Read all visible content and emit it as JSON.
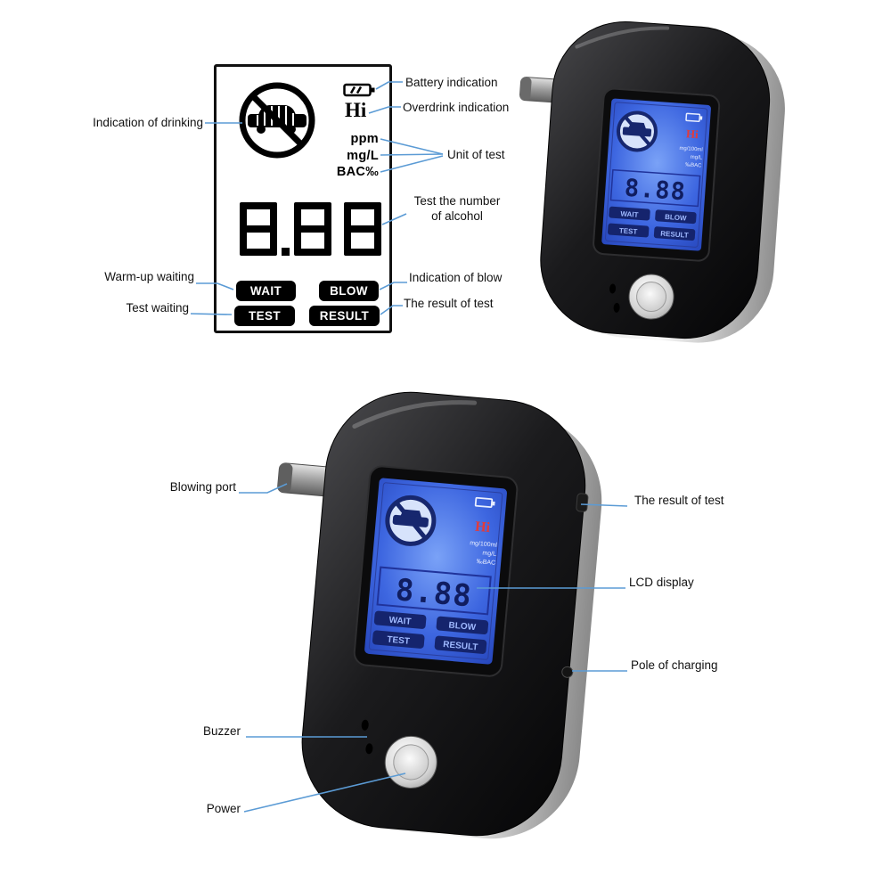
{
  "colors": {
    "annotation_line": "#5b9bd5",
    "lcd_blue": "#3d66e0",
    "label_text": "#111111"
  },
  "diagram": {
    "hi": "Hi",
    "units": [
      "ppm",
      "mg/L",
      "BAC‰"
    ],
    "value": "8.88",
    "buttons": [
      "WAIT",
      "BLOW",
      "TEST",
      "RESULT"
    ]
  },
  "annotations": {
    "battery": "Battery indication",
    "overdrink": "Overdrink indication",
    "drinking": "Indication of drinking",
    "unit": "Unit of test",
    "number_line1": "Test the number",
    "number_line2": "of alcohol",
    "warmup": "Warm-up waiting",
    "blow": "Indication of blow",
    "test_waiting": "Test waiting",
    "result": "The result of test"
  },
  "device_labels": {
    "blowing_port": "Blowing port",
    "result": "The result of test",
    "lcd": "LCD display",
    "charging": "Pole of charging",
    "buzzer": "Buzzer",
    "power": "Power"
  },
  "screen": {
    "hi": "Hi",
    "units": [
      "mg/100ml",
      "mg/L",
      "‰BAC"
    ],
    "value": "8.88",
    "buttons": [
      "WAIT",
      "BLOW",
      "TEST",
      "RESULT"
    ]
  }
}
